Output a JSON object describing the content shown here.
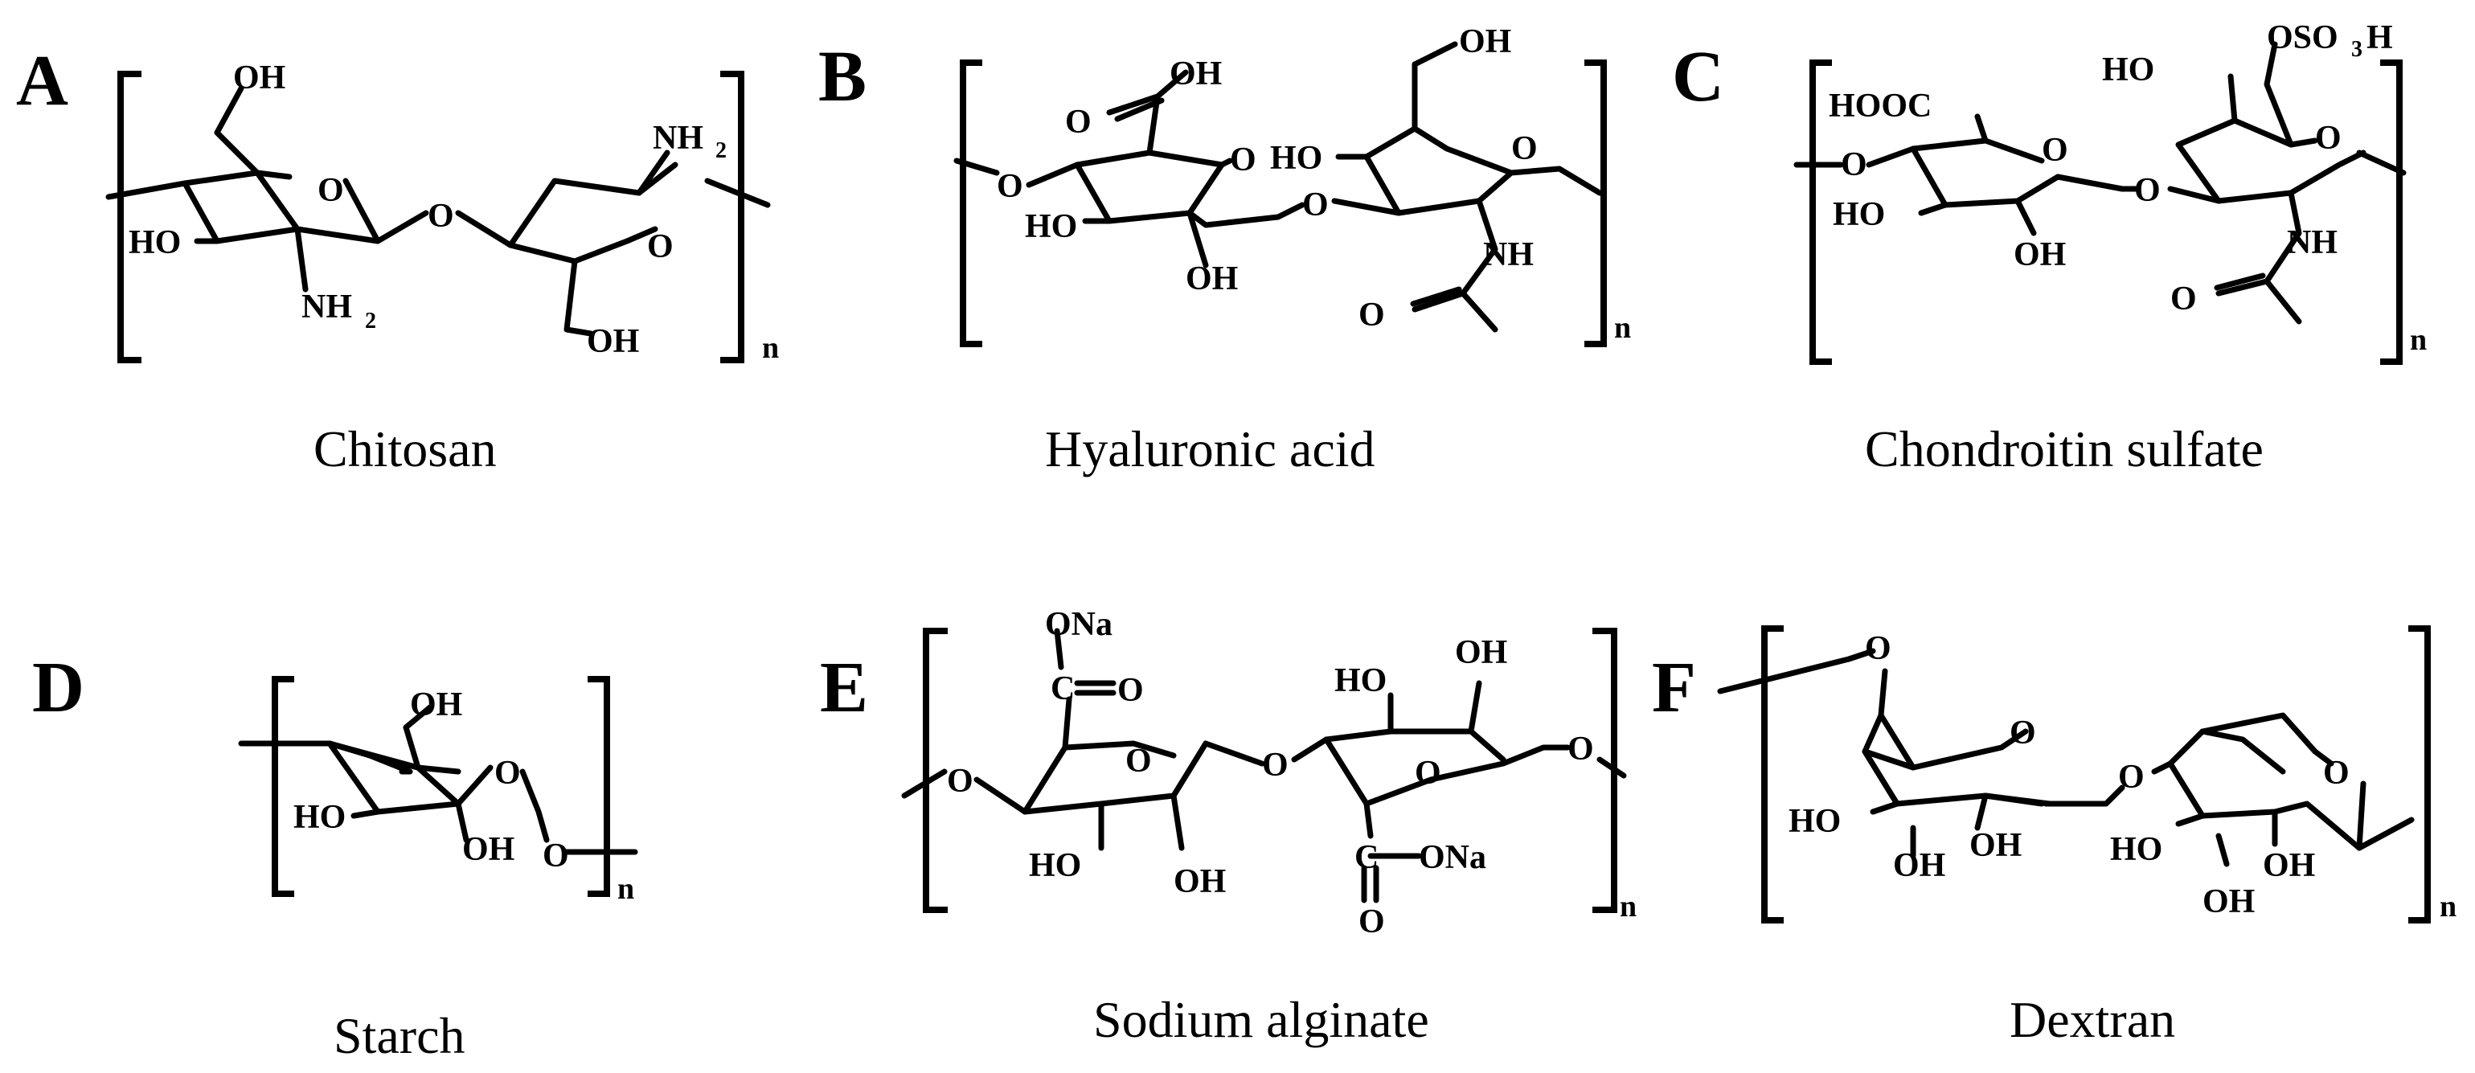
{
  "panels": [
    {
      "letter": "A",
      "caption": "Chitosan"
    },
    {
      "letter": "B",
      "caption": "Hyaluronic acid"
    },
    {
      "letter": "C",
      "caption": "Chondroitin sulfate"
    },
    {
      "letter": "D",
      "caption": "Starch"
    },
    {
      "letter": "E",
      "caption": "Sodium alginate"
    },
    {
      "letter": "F",
      "caption": "Dextran"
    }
  ],
  "repeat_subscript": "n",
  "atoms": {
    "O": "O",
    "OH": "OH",
    "HO": "HO",
    "NH": "NH",
    "NH2": "NH",
    "sub2": "2",
    "sub3": "3",
    "HOOC": "HOOC",
    "OSO": "OSO",
    "H": "H",
    "ONa": "ONa",
    "C": "C"
  }
}
